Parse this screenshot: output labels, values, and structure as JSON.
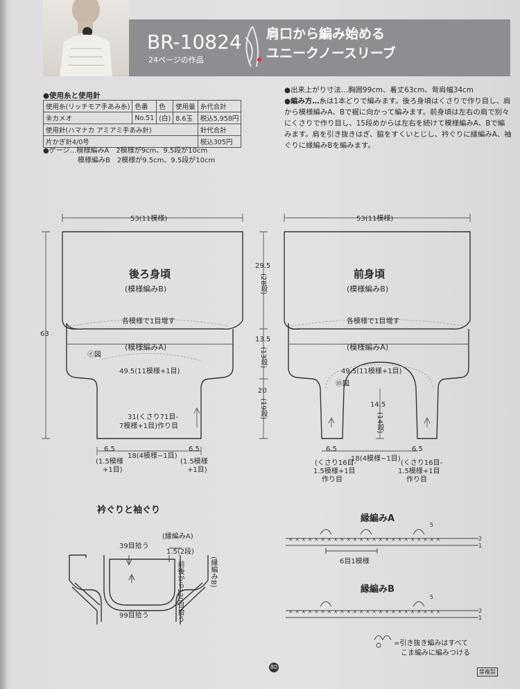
{
  "header": {
    "code": "BR-10824",
    "subtitle": "24ページの作品",
    "title_line1": "肩口から編み始める",
    "title_line2": "ユニークノースリーブ"
  },
  "materials": {
    "heading": "使用糸と使用針",
    "col_yarn": "使用糸(リッチモア手あみ糸)",
    "col_color_no": "色番",
    "col_color": "色",
    "col_qty": "使用量",
    "col_price": "糸代合計",
    "yarn_name": "㊎カメオ",
    "color_no": "No.51",
    "color": "(白)",
    "qty": "8.6玉",
    "yarn_price": "税込5,958円",
    "needle_label": "使用針(ハマナカ アミアミ手あみ針)",
    "needle_price_label": "針代合計",
    "needle_name": "片かぎ針4/0号",
    "needle_price": "税込305円"
  },
  "gauge": {
    "line1": "ゲージ…模様編みA　2模様が9cm、9.5段が10cm",
    "line2": "模様編みB　2模様が9.5cm、9.5段が10cm"
  },
  "notes": {
    "size": "出来上がり寸法…胸囲99cm、着丈63cm、背肩幅34cm",
    "method_head": "編み方…",
    "method": "糸は1本どりで編みます。後ろ身頃はくさりで作り目し、肩から模様編みA、Bで裾に向かって編みます。前身頃は左右の肩で別々にくさりで作り目し、15段めからは左右を続けて模様編みA、Bで編みます。肩を引き抜きはぎ、脇をすくいとじし、衿ぐりに縁編みA、袖ぐりに縁編みBを編みます。"
  },
  "back": {
    "width": "53(11模様)",
    "title": "後ろ身頃",
    "pattern_b": "(模様編みB)",
    "increase": "各模様で1目増す",
    "pattern_a": "(模様編みA)",
    "fig_ref": "㋑図",
    "mid_width": "49.5(11模様+1目)",
    "chain1": "31(くさり71目-",
    "chain2": "7模様+1目)作り目",
    "side": "6.5",
    "side_sub1": "(1.5模様",
    "side_sub2": "+1目)",
    "center": "18(4模様−1目)",
    "total": "63",
    "h1": "29.5",
    "h1_rows": "(28段)",
    "h2": "13.5",
    "h2_rows": "(13段)",
    "h3": "20",
    "h3_rows": "(19段)"
  },
  "front": {
    "width": "53(11模様)",
    "title": "前身頃",
    "pattern_b": "(模様編みB)",
    "increase": "各模様で1目増す",
    "pattern_a": "(模様編みA)",
    "fig_ref": "㋺図",
    "mid_width": "49.5(11模様+1目)",
    "neck": "14.5",
    "neck_rows": "(14段)",
    "side": "6.5",
    "side_sub1": "(くさり16目-",
    "side_sub2": "1.5模様+1目",
    "side_sub3": "作り目",
    "center": "18(4模様−1目)"
  },
  "edging_diagram": {
    "title": "衿ぐりと袖ぐり",
    "edging_a": "(縁編みA)",
    "pick_39": "39目拾う",
    "width": "1.5(2段)",
    "edging_b": "(縁編みB)",
    "front_back": "前後から120目拾う",
    "pick_99": "99目拾う"
  },
  "edging_a": {
    "title": "縁編みA",
    "repeat": "6目1模様",
    "row5": "5",
    "row2": "2",
    "row1": "1"
  },
  "edging_b": {
    "title": "縁編みB",
    "row5": "5",
    "row2": "2",
    "row1": "1"
  },
  "legend": {
    "line1": "=引き抜き編みはすべて",
    "line2": "こま編みに編みつける"
  },
  "page": {
    "number": "80",
    "stamp": "禁複製"
  }
}
